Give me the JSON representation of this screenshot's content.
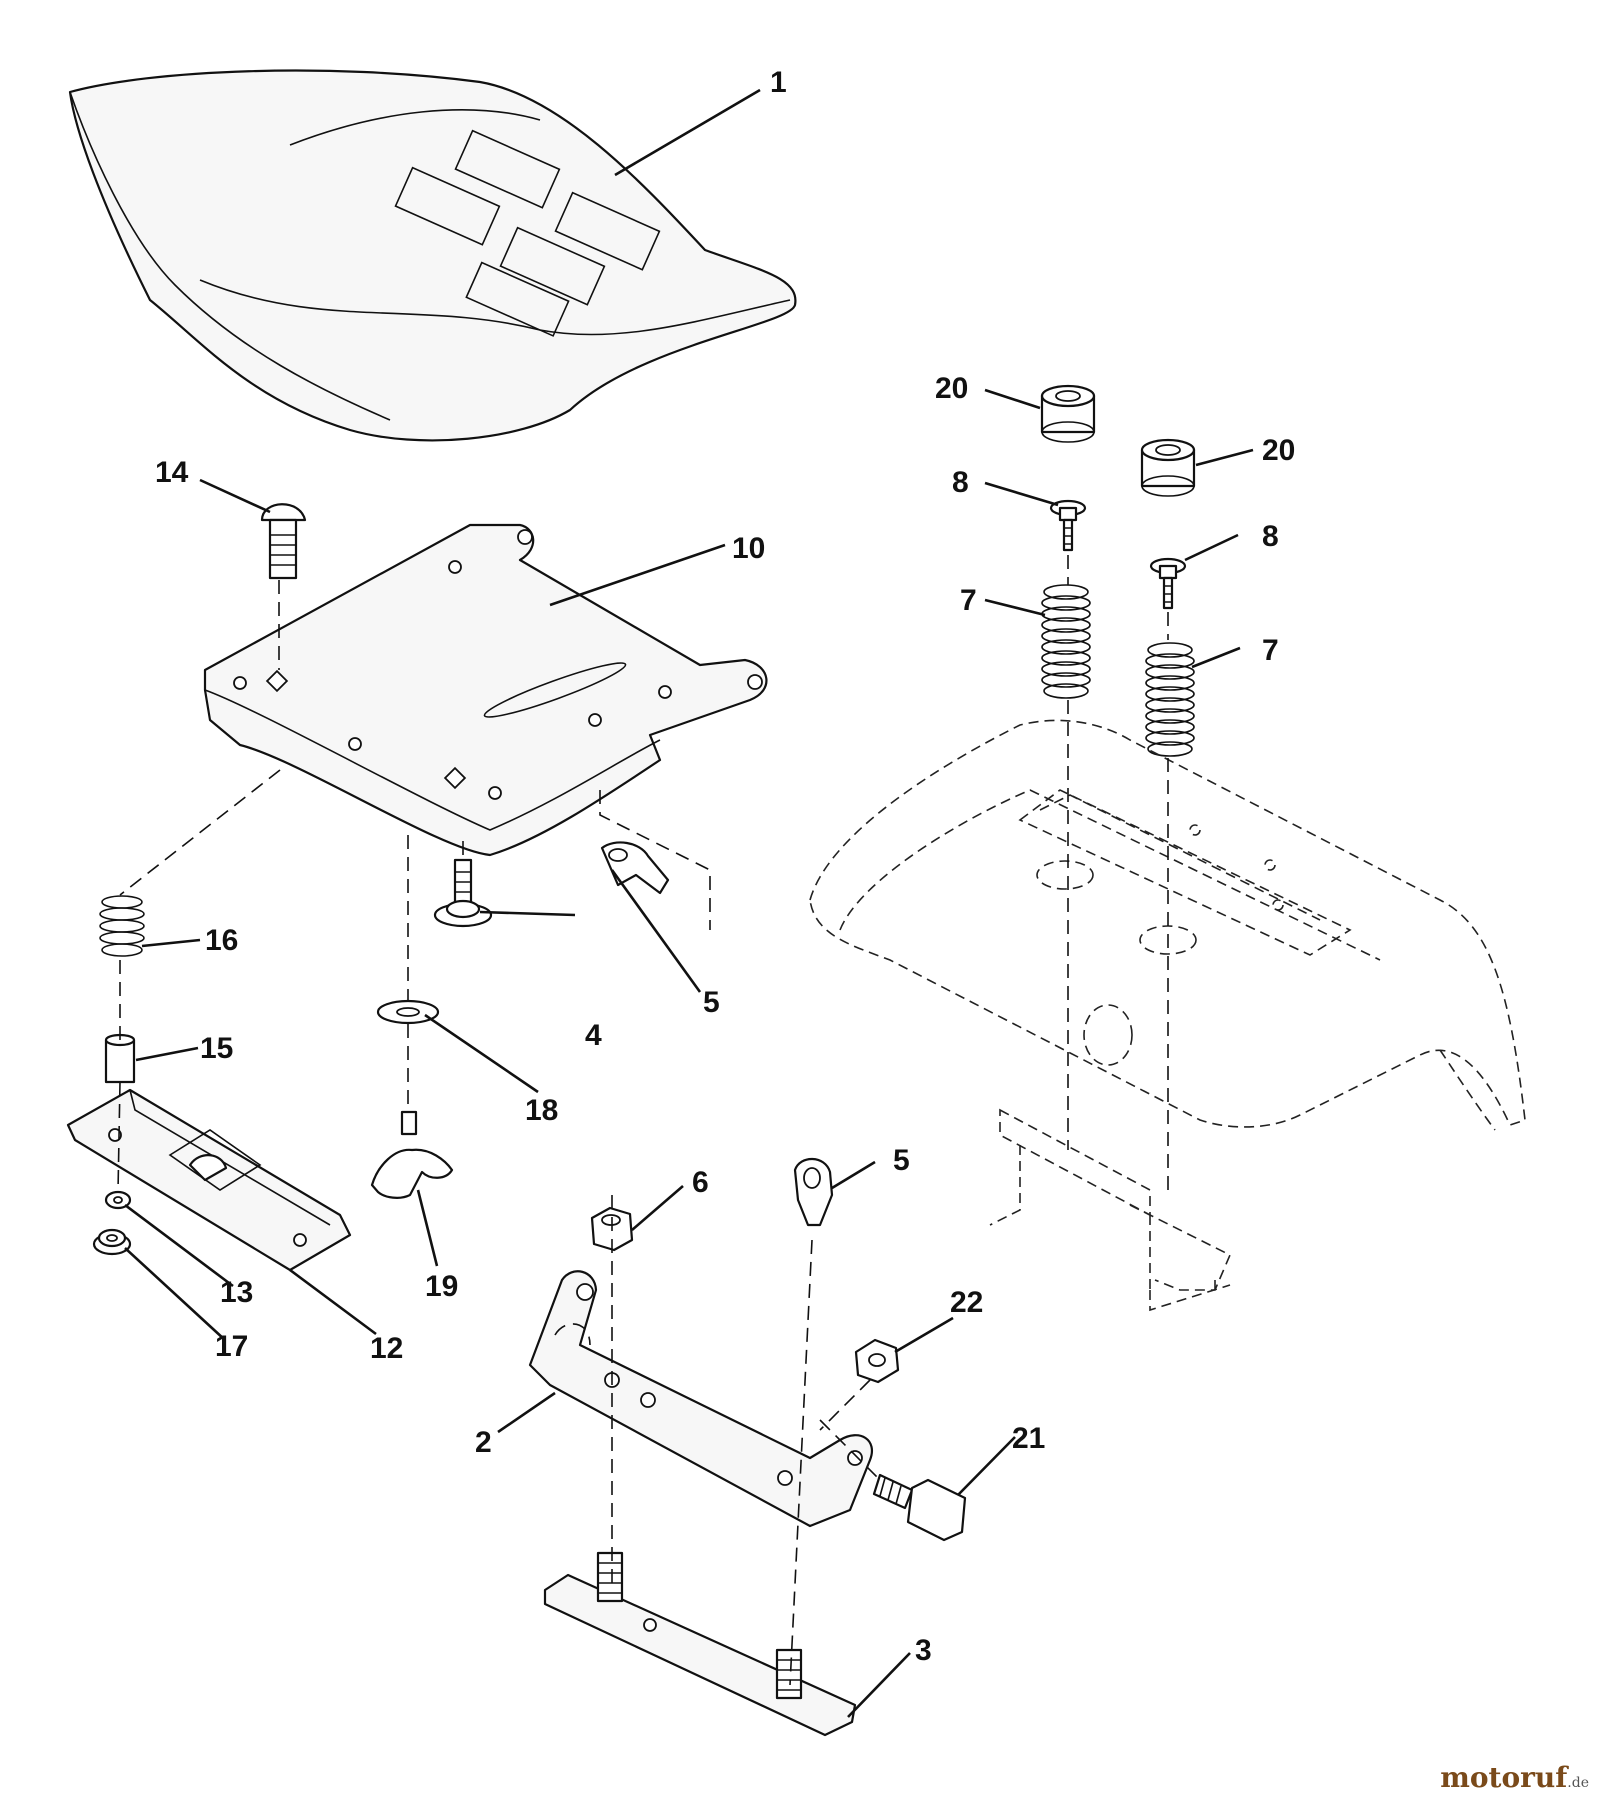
{
  "callouts": {
    "p1": "1",
    "p2": "2",
    "p3": "3",
    "p4": "4",
    "p5a": "5",
    "p5b": "5",
    "p6": "6",
    "p7a": "7",
    "p7b": "7",
    "p8a": "8",
    "p8b": "8",
    "p10": "10",
    "p12": "12",
    "p13": "13",
    "p14": "14",
    "p15": "15",
    "p16": "16",
    "p17": "17",
    "p18": "18",
    "p19": "19",
    "p20a": "20",
    "p20b": "20",
    "p21": "21",
    "p22": "22"
  },
  "watermark": {
    "main": "motoruf",
    "suffix": ".de"
  }
}
